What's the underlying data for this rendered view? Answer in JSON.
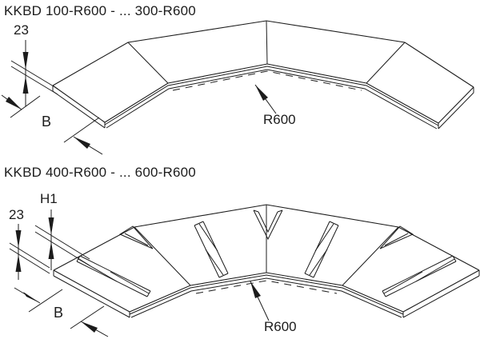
{
  "page": {
    "background_color": "#ffffff",
    "line_color": "#1c1c1c",
    "description": "Technical line drawing of two 90-degree cable tray bend covers (isometric views) with dimension callouts"
  },
  "figures": [
    {
      "title": "KKBD 100-R600 - ... 300-R600",
      "dimensions": {
        "height_label": "23",
        "width_label": "B",
        "radius_label": "R600"
      }
    },
    {
      "title": "KKBD 400-R600 - ... 600-R600",
      "dimensions": {
        "total_height_label": "H1",
        "height_label": "23",
        "width_label": "B",
        "radius_label": "R600"
      }
    }
  ]
}
